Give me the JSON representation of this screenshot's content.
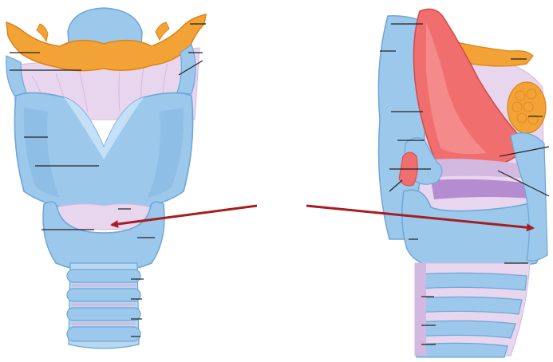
{
  "figure": {
    "views": [
      {
        "id": "anterior"
      },
      {
        "id": "sagittal"
      }
    ],
    "pointer_arrows": 2,
    "leader_lines": {
      "anterior": 14,
      "sagittal": 15
    }
  },
  "colors": {
    "background": "#ffffff",
    "cartilage_blue": "#9cc8ec",
    "cartilage_blue_dark": "#6ea6d6",
    "cartilage_blue_light": "#c4e0f6",
    "membrane_lilac": "#e8d6ee",
    "membrane_lilac_dark": "#d3b8e0",
    "hyoid_orange": "#f3a235",
    "hyoid_orange_dark": "#d9841a",
    "epiglottis_red": "#f06e6e",
    "epiglottis_red_dark": "#d24a4a",
    "pointer_arrow": "#a51e22",
    "leader_line": "#222222"
  }
}
